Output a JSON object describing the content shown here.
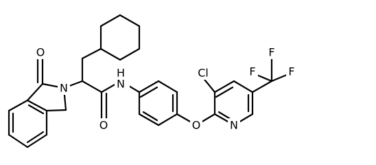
{
  "molecule": {
    "atoms": {
      "o_ketone": "O",
      "n_isoindolinone": "N",
      "nh_amide": "N",
      "h_amide": "H",
      "o_amide": "O",
      "o_ether": "O",
      "n_pyridine": "N",
      "cl": "Cl",
      "f_top": "F",
      "f_right": "F",
      "f_left": "F"
    },
    "colors": {
      "bond": "#000000",
      "text": "#000000",
      "background": "#ffffff"
    }
  }
}
